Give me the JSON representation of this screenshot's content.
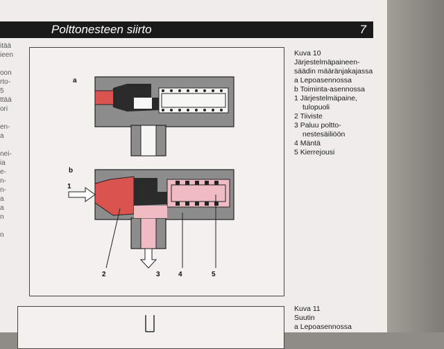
{
  "header": {
    "title": "Polttonesteen  siirto",
    "page_number": "7"
  },
  "left_column_fragments": [
    "itää",
    "ieen",
    "",
    "oon",
    "rto-",
    "5",
    "ttää",
    "ori",
    "",
    "en-",
    "a",
    "",
    "nei-",
    "ia",
    "e-",
    "n-",
    "n-",
    "a",
    "a",
    "n",
    "",
    "n"
  ],
  "figure10": {
    "panel_a_label": "a",
    "panel_b_label": "b",
    "arrow_label": "1",
    "callouts": [
      "2",
      "3",
      "4",
      "5"
    ]
  },
  "caption10": {
    "lines": [
      "Kuva 10",
      "Järjestelmäpaineen-",
      "säädin määränjakajassa",
      "a  Lepoasennossa",
      "b  Toiminta-asennossa",
      "1  Järjestelmäpaine,",
      "tulopuoli",
      "2  Tiiviste",
      "3  Paluu poltto-",
      "nestesäiliöön",
      "4  Mäntä",
      "5  Kierrejousi"
    ]
  },
  "caption11": {
    "lines": [
      "Kuva 11",
      "Suutin",
      "a  Lepoasennossa"
    ]
  },
  "colors": {
    "housing": "#8d8d8d",
    "dark": "#2a2a2a",
    "fuel_red": "#d9534f",
    "fuel_pink": "#f0bcc4",
    "banner": "#1a1a1a"
  }
}
